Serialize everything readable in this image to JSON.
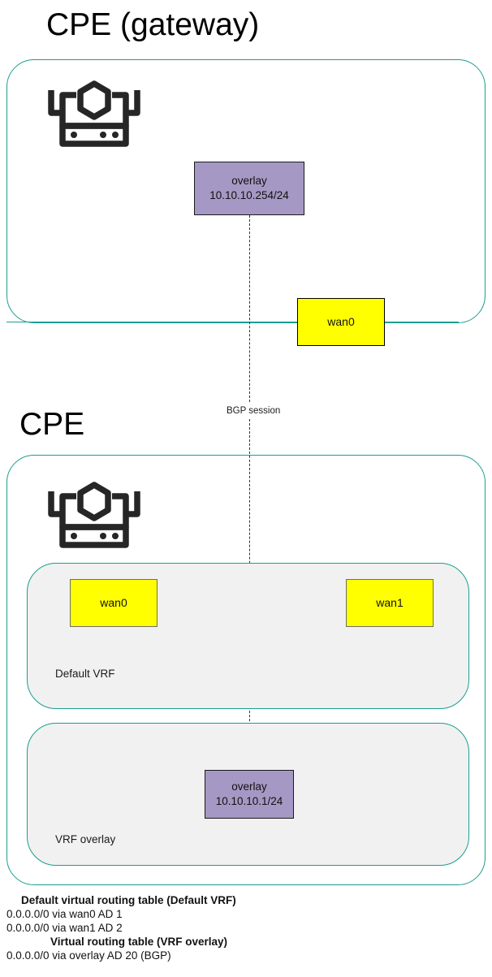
{
  "diagram": {
    "sections": [
      {
        "id": "gateway",
        "title": "CPE (gateway)"
      },
      {
        "id": "cpe",
        "title": "CPE"
      }
    ],
    "gateway": {
      "title": "CPE (gateway)",
      "device_icon": "router-icon",
      "overlay_interface": {
        "name": "overlay",
        "address": "10.10.10.254/24"
      },
      "wan_interface": {
        "name": "wan0"
      }
    },
    "cpe": {
      "title": "CPE",
      "device_icon": "router-icon",
      "vrfs": [
        {
          "id": "default",
          "label": "Default VRF",
          "interfaces": [
            {
              "name": "wan0"
            },
            {
              "name": "wan1"
            }
          ]
        },
        {
          "id": "overlay",
          "label": "VRF overlay",
          "interfaces": [
            {
              "name": "overlay",
              "address": "10.10.10.1/24"
            }
          ]
        }
      ]
    },
    "link": {
      "label": "BGP session",
      "style": "dashed"
    },
    "routing_tables": [
      {
        "heading": "Default virtual routing table (Default VRF)",
        "routes": [
          "0.0.0.0/0 via wan0 AD 1",
          "0.0.0.0/0 via wan1 AD 2"
        ]
      },
      {
        "heading": "Virtual routing table (VRF overlay)",
        "routes": [
          "0.0.0.0/0 via overlay AD 20 (BGP)"
        ]
      }
    ],
    "colors": {
      "container_border": "#1a9e8f",
      "vrf_fill": "#f1f1f1",
      "interface_fill": "#ffff00",
      "overlay_fill": "#a698c4",
      "link": "#333333",
      "text": "#111111"
    }
  }
}
